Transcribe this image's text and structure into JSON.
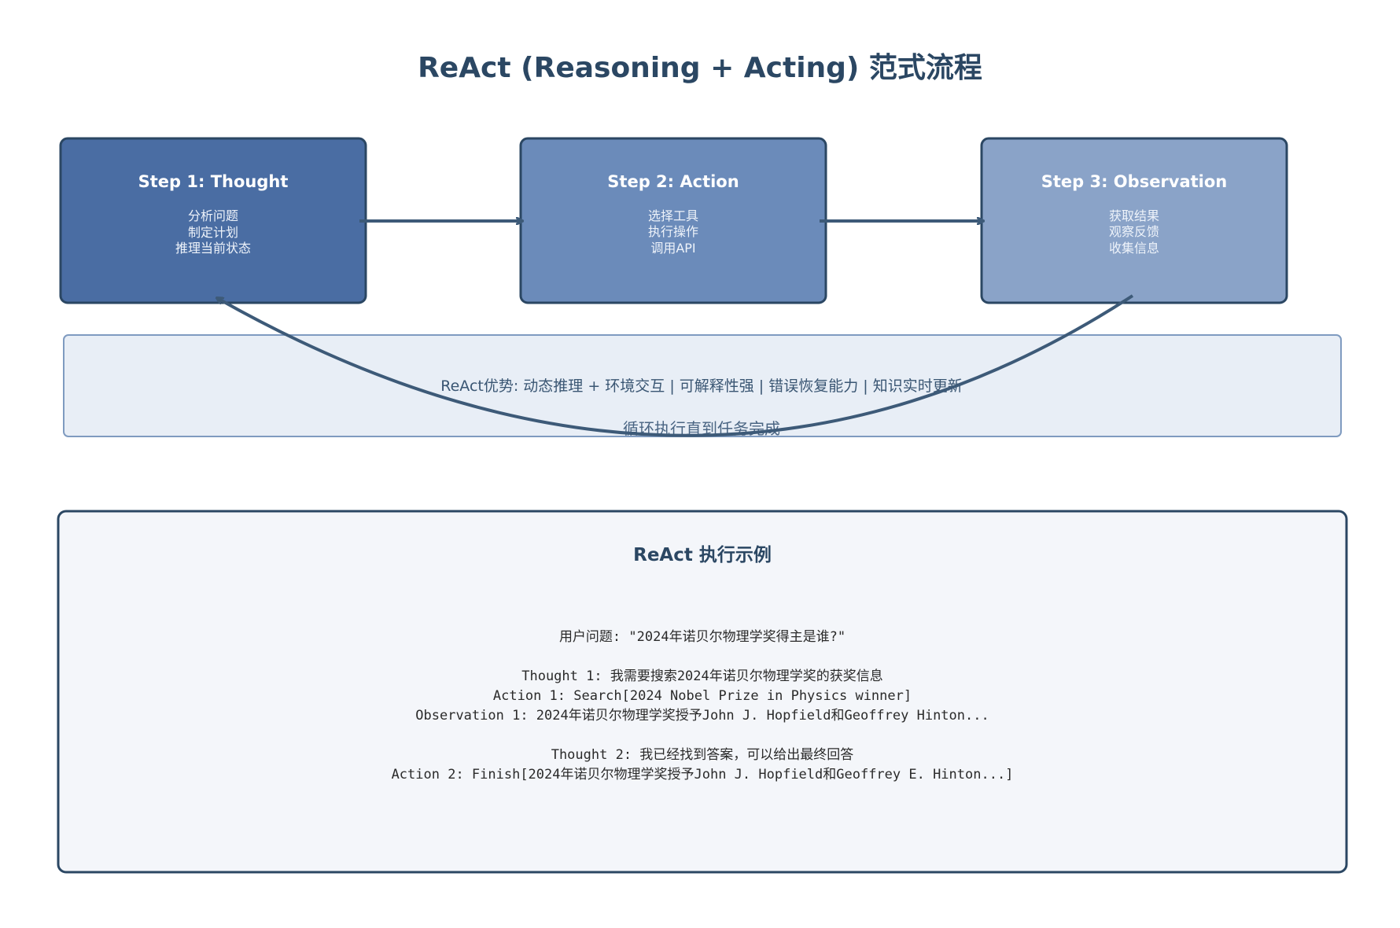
{
  "title": "ReAct (Reasoning + Acting) 范式流程",
  "steps": [
    {
      "title": "Step 1: Thought",
      "lines": [
        "分析问题",
        "制定计划",
        "推理当前状态"
      ],
      "color": "#4a6da3"
    },
    {
      "title": "Step 2: Action",
      "lines": [
        "选择工具",
        "执行操作",
        "调用API"
      ],
      "color": "#6b8bba"
    },
    {
      "title": "Step 3: Observation",
      "lines": [
        "获取结果",
        "观察反馈",
        "收集信息"
      ],
      "color": "#8aa3c8"
    }
  ],
  "advantages": "ReAct优势: 动态推理 + 环境交互 | 可解释性强 | 错误恢复能力 | 知识实时更新",
  "loop_label": "循环执行直到任务完成",
  "example": {
    "title": "ReAct 执行示例",
    "lines": [
      "用户问题: \"2024年诺贝尔物理学奖得主是谁?\"",
      "",
      "Thought 1: 我需要搜索2024年诺贝尔物理学奖的获奖信息",
      "Action 1: Search[2024 Nobel Prize in Physics winner]",
      "Observation 1: 2024年诺贝尔物理学奖授予John J. Hopfield和Geoffrey Hinton...",
      "",
      "Thought 2: 我已经找到答案，可以给出最终回答",
      "Action 2: Finish[2024年诺贝尔物理学奖授予John J. Hopfield和Geoffrey E. Hinton...]"
    ]
  },
  "colors": {
    "border": "#2b4763",
    "arrow": "#3d5a78",
    "advantage_bg": "#e8eef6",
    "advantage_border": "#7f9bc0",
    "example_bg": "#f4f6fa"
  }
}
